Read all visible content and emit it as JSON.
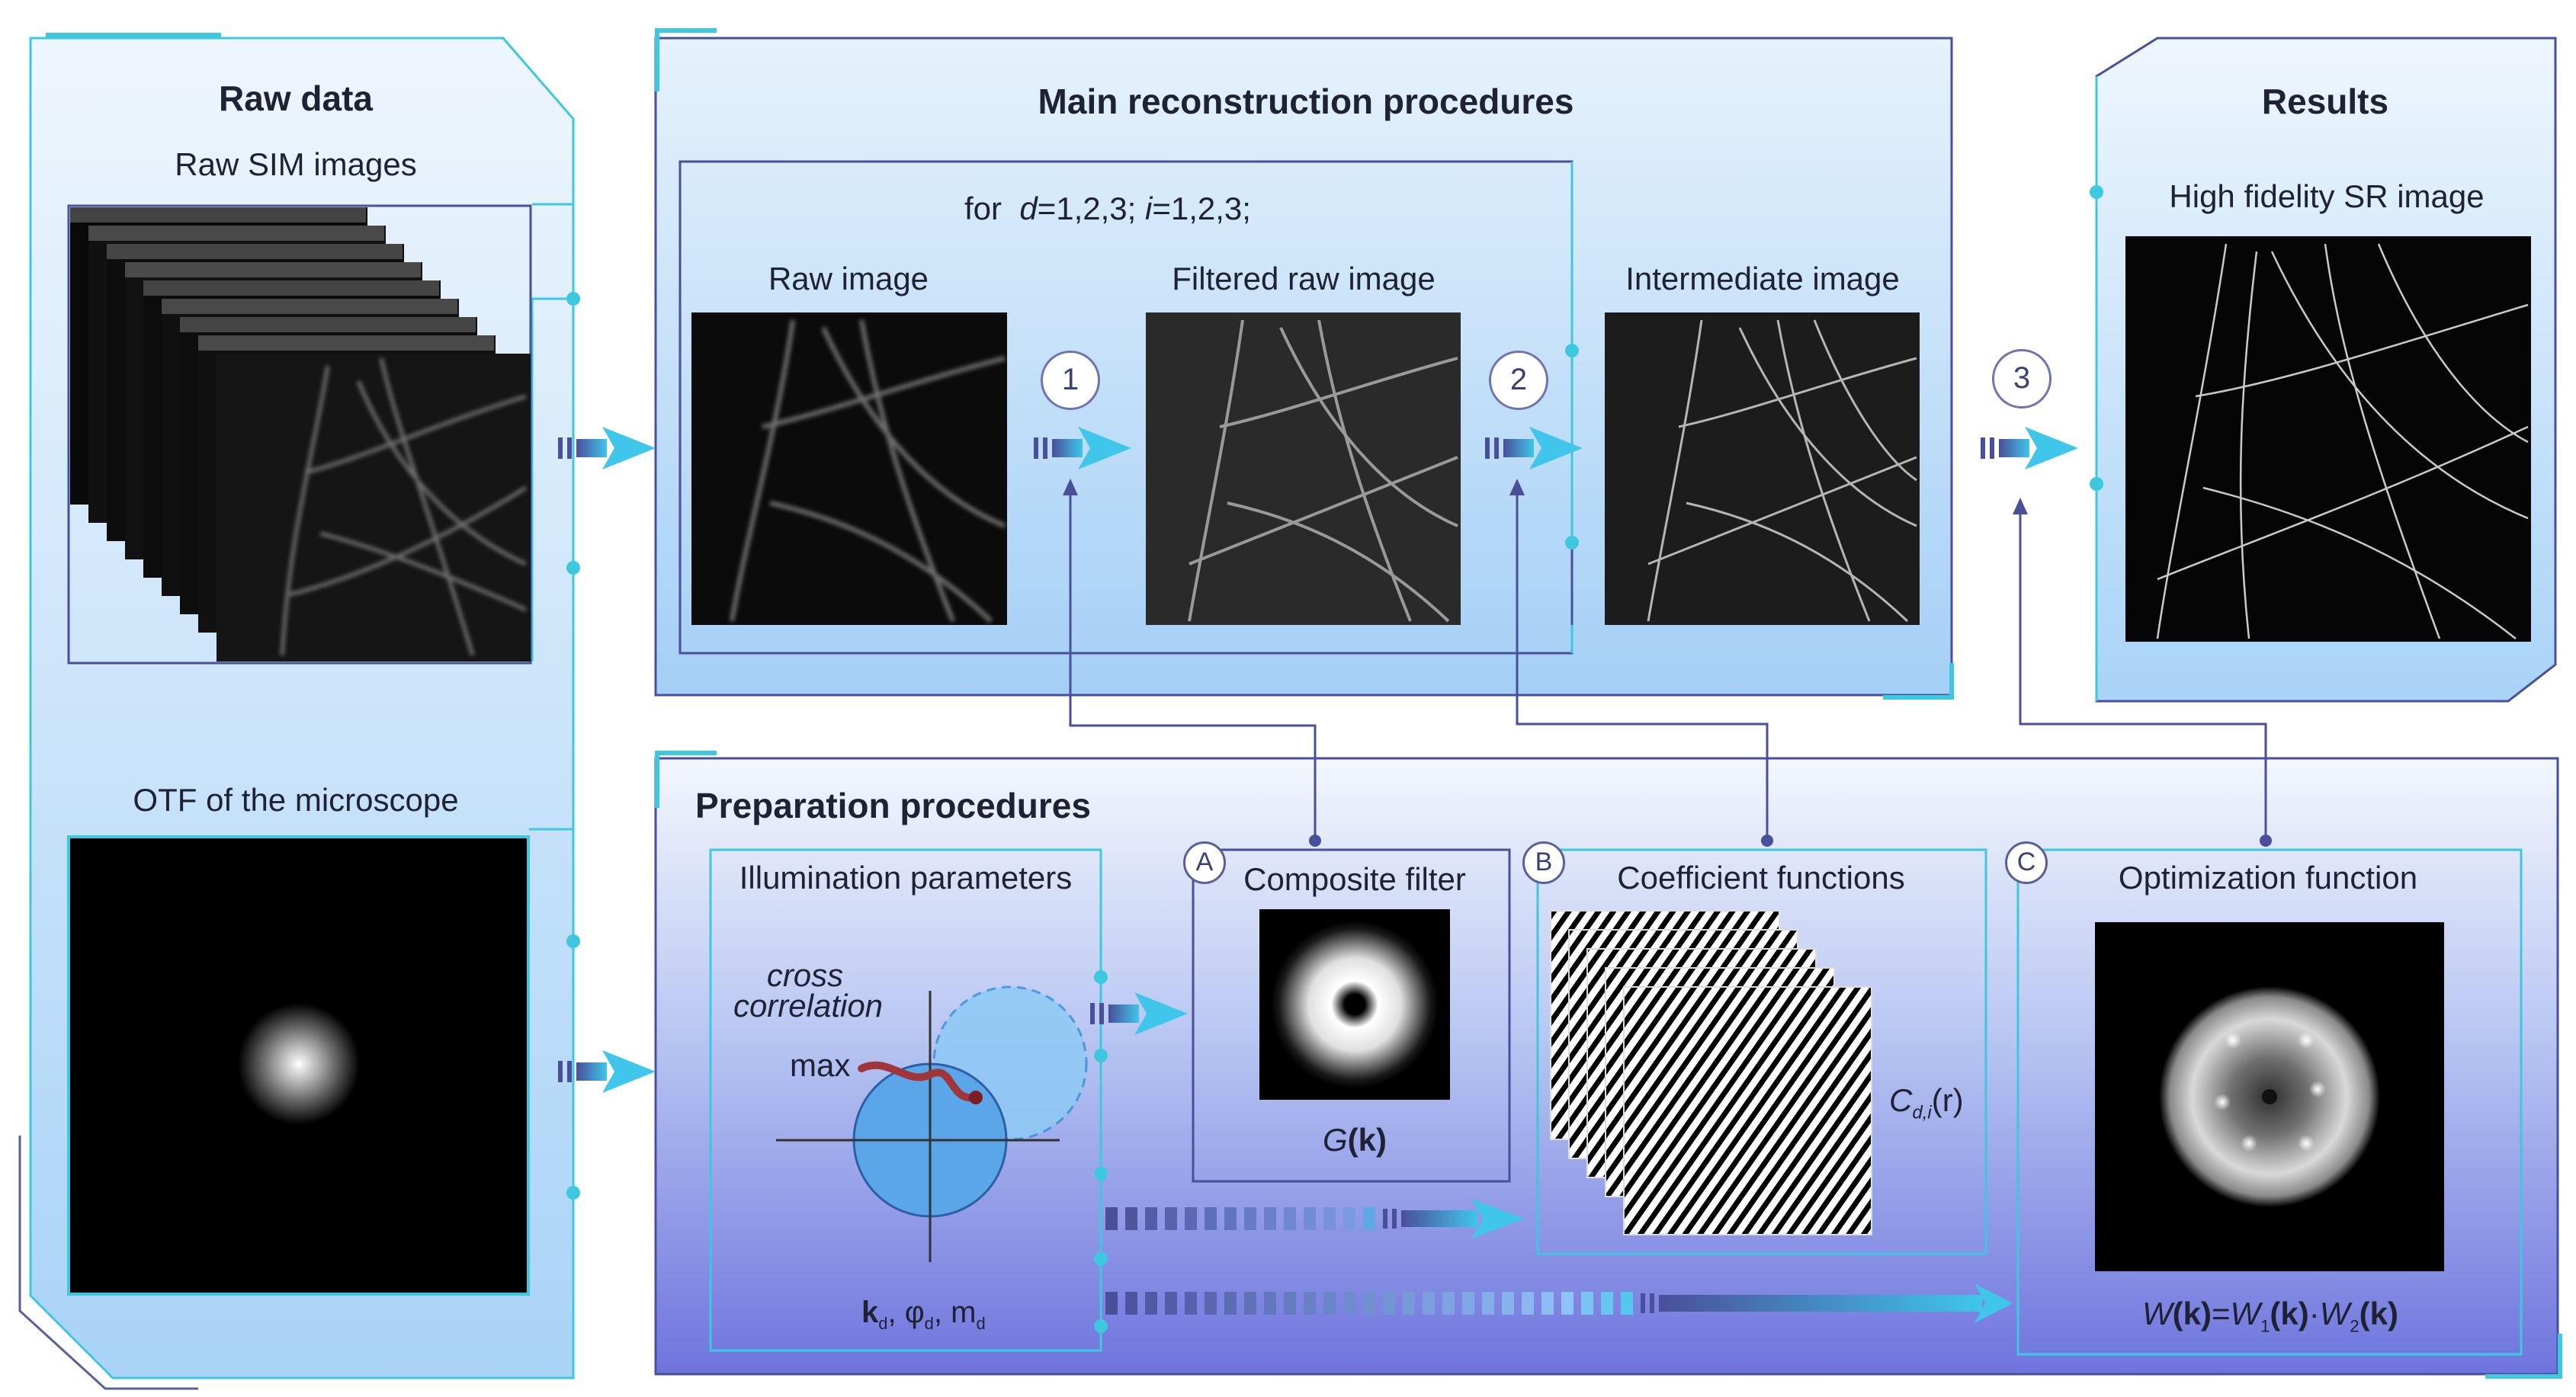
{
  "raw_data": {
    "title": "Raw data",
    "sim_label": "Raw SIM images",
    "otf_label": "OTF of the microscope"
  },
  "main": {
    "title": "Main reconstruction procedures",
    "loop_for": "for",
    "loop_d": "d",
    "loop_d_vals": "=1,2,3; ",
    "loop_i": "i",
    "loop_i_vals": "=1,2,3;",
    "raw_image": "Raw image",
    "filtered_image": "Filtered raw image",
    "intermediate_image": "Intermediate image"
  },
  "results": {
    "title": "Results",
    "sr_label": "High fidelity SR image"
  },
  "steps": [
    "1",
    "2",
    "3"
  ],
  "prep": {
    "title": "Preparation procedures",
    "illum_title": "Illumination parameters",
    "cross_line1": "cross",
    "cross_line2": "correlation",
    "max_label": "max",
    "params": {
      "k": "k",
      "d1": "d",
      "phi": ", φ",
      "d2": "d",
      "m": ", m",
      "d3": "d"
    },
    "filter": {
      "letter": "A",
      "title": "Composite filter",
      "formula_g": "G",
      "formula_k": "(k)"
    },
    "coef": {
      "letter": "B",
      "title": "Coefficient functions",
      "c": "C",
      "sub": "d,i",
      "r": "(r)"
    },
    "opt": {
      "letter": "C",
      "title": "Optimization function",
      "w": "W",
      "k1": "(k)",
      "eq": "=",
      "w1": "W",
      "s1": "1",
      "k2": "(k)",
      "dot": "·",
      "w2": "W",
      "s2": "2",
      "k3": "(k)"
    }
  },
  "colors": {
    "cyan": "#3ec8e0",
    "navy_line": "#454a8c",
    "panel_light": "#d9ecfb",
    "panel_blue": "#a7d0f6",
    "prep_bottom": "#6f76de",
    "arrow_start": "#4a4f9a",
    "arrow_end": "#3fc6ea",
    "brush_stroke": "#a0363a"
  }
}
